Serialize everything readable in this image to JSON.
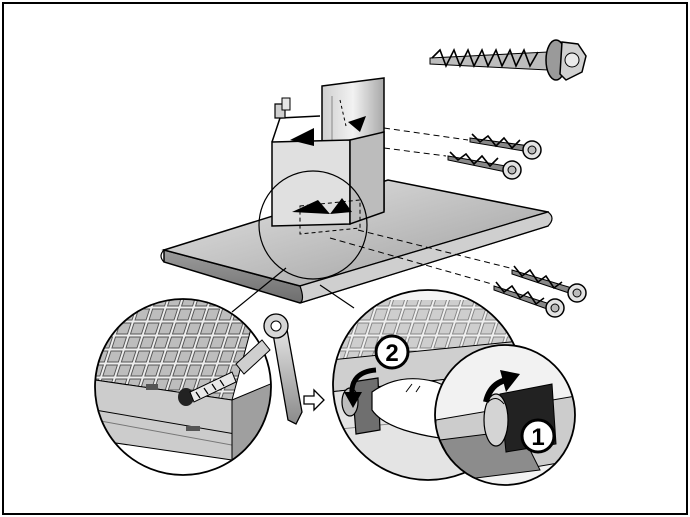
{
  "figure": {
    "steps": [
      "2",
      "1"
    ],
    "colors": {
      "frame": "#000000",
      "metal_light": "#d9d9d9",
      "metal_mid": "#a6a6a6",
      "metal_dark": "#595959",
      "filter_grid": "#7a7a7a",
      "background": "#ffffff"
    },
    "icons": [
      "hood-assembly",
      "hex-screw-icon",
      "wall-plug-screw-icon",
      "spanner-icon",
      "arrow-right-icon",
      "rotate-arrow-icon"
    ]
  }
}
